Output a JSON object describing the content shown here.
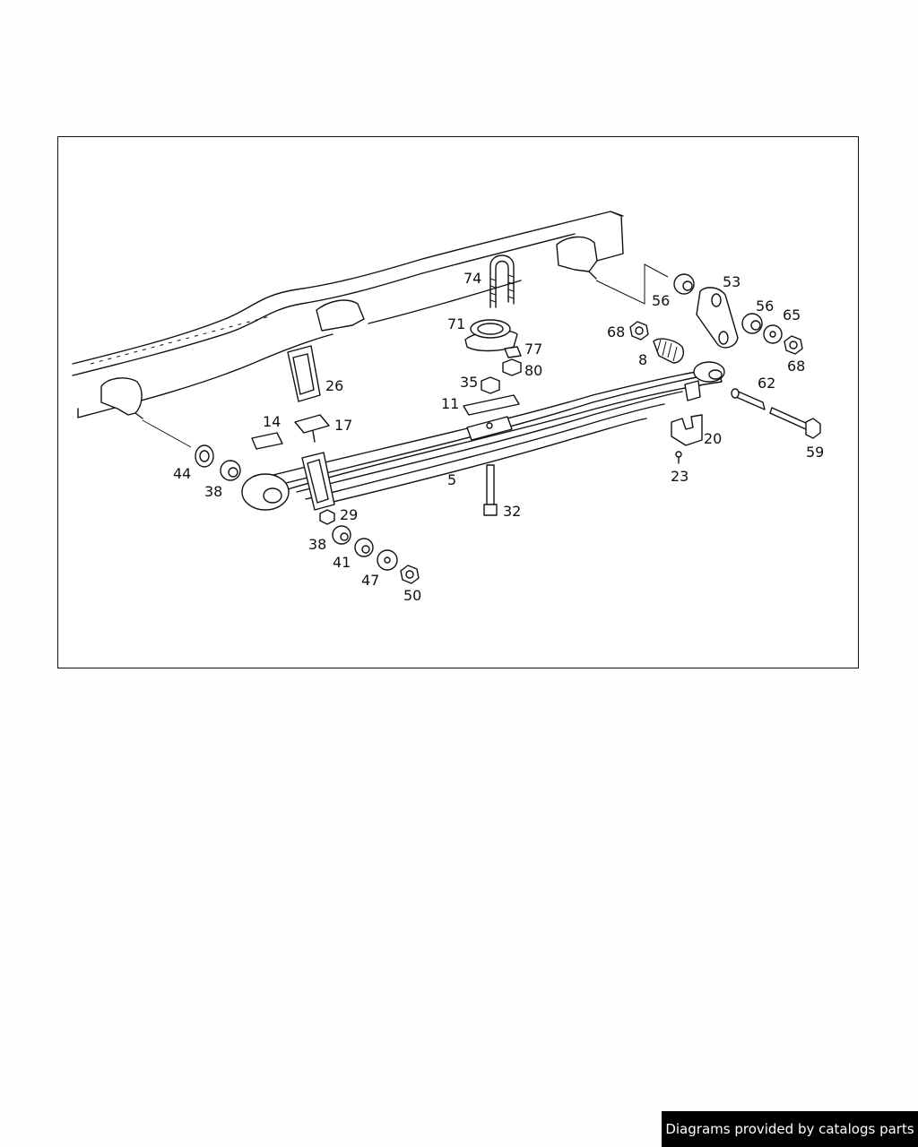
{
  "footer": {
    "credit": "Diagrams provided by catalogs parts"
  },
  "diagram": {
    "callouts": [
      "74",
      "71",
      "77",
      "80",
      "35",
      "11",
      "26",
      "14",
      "17",
      "44",
      "38",
      "5",
      "29",
      "32",
      "38",
      "41",
      "47",
      "50",
      "56",
      "53",
      "56",
      "65",
      "68",
      "8",
      "68",
      "62",
      "20",
      "23",
      "59"
    ]
  }
}
